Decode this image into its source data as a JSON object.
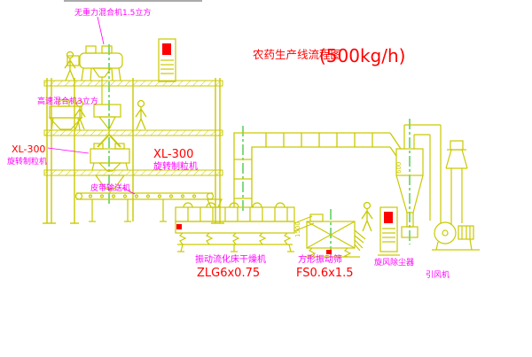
{
  "title": {
    "name": "农药生产线流程图",
    "capacity": "(500kg/h)"
  },
  "labels": {
    "gravity_mixer": "无重力混合机1.5立方",
    "high_speed_mixer": "高速混合机3立方",
    "granulator_left_model": "XL-300",
    "granulator_left_name": "旋转制粒机",
    "granulator_center_model": "XL-300",
    "granulator_center_name": "旋转制粒机",
    "belt_conveyor": "皮带输送机",
    "dryer_name": "振动流化床干燥机",
    "dryer_model": "ZLG6x0.75",
    "screen_name": "方形振动筛",
    "screen_model": "FS0.6x1.5",
    "cyclone_name": "旋风除尘器",
    "fan_name": "引风机"
  },
  "dimensions": {
    "screen_height": "1500",
    "cyclone_diameter": "600"
  },
  "colors": {
    "equipment_line": "#c9c900",
    "centerline": "#00b400",
    "model_text": "#ff0000",
    "label_text": "#ff00ff",
    "background": "#ffffff"
  }
}
